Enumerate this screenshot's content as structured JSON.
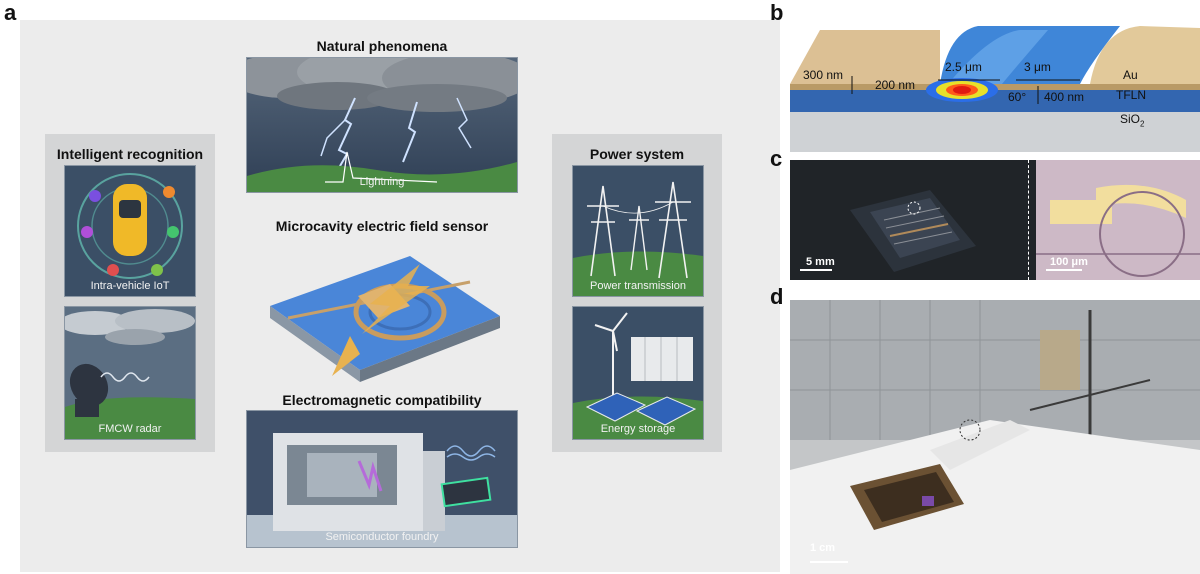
{
  "panels": {
    "a": {
      "letter": "a",
      "natural": {
        "title": "Natural phenomena",
        "tile_label": "Lightning"
      },
      "sensor": {
        "title": "Microcavity electric field sensor"
      },
      "emc": {
        "title": "Electromagnetic compatibility",
        "tile_label": "Semiconductor foundry"
      },
      "intelligent": {
        "title": "Intelligent recognition",
        "tile1_label": "Intra-vehicle IoT",
        "tile2_label": "FMCW radar"
      },
      "power": {
        "title": "Power system",
        "tile1_label": "Power transmission",
        "tile2_label": "Energy storage"
      }
    },
    "b": {
      "letter": "b",
      "dim_300": "300 nm",
      "dim_200": "200 nm",
      "dim_2_5": "2.5 μm",
      "dim_3": "3 μm",
      "dim_400": "400 nm",
      "angle": "60°",
      "layer_au": "Au",
      "layer_tfln": "TFLN",
      "layer_sio2": "SiO",
      "layer_sio2_sub": "2"
    },
    "c": {
      "letter": "c",
      "scale_left": "5 mm",
      "scale_right": "100 μm"
    },
    "d": {
      "letter": "d",
      "scale": "1 cm"
    }
  },
  "colors": {
    "panel_bg": "#ececec",
    "group_bg": "#d4d5d6",
    "tile_dark": "#3d5068",
    "waveguide_blue": "#3f7fd6",
    "gold": "#d9b27a"
  }
}
